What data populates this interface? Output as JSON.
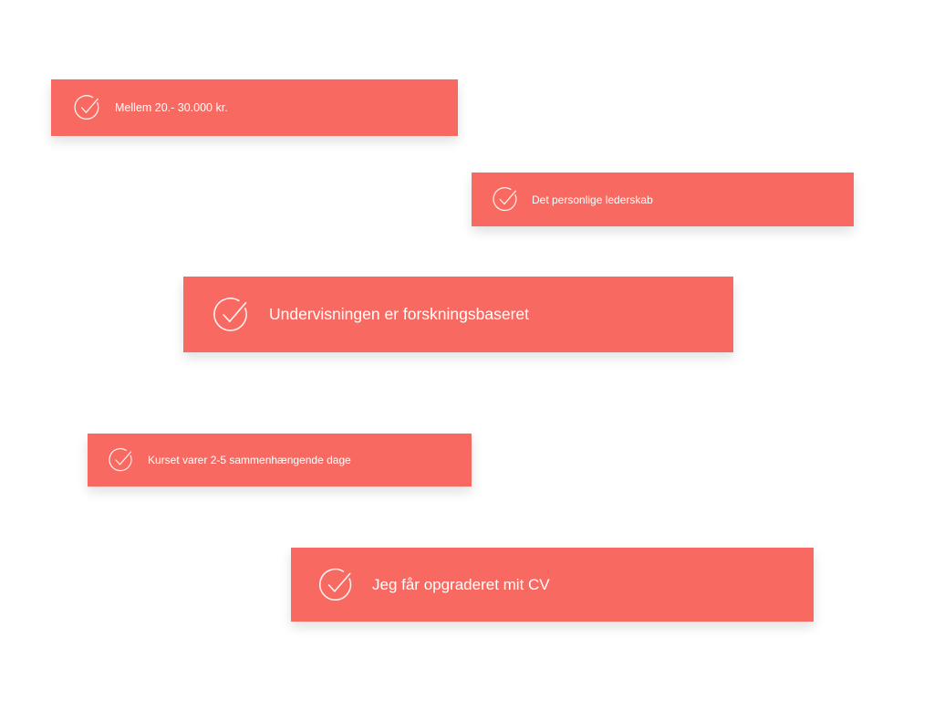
{
  "colors": {
    "card_background": "#f86a61",
    "text": "#ffffff",
    "page_background": "#ffffff"
  },
  "cards": [
    {
      "icon": "check-circle-icon",
      "label": "Mellem 20.- 30.000 kr."
    },
    {
      "icon": "check-circle-icon",
      "label": "Det personlige lederskab"
    },
    {
      "icon": "check-circle-icon",
      "label": "Undervisningen er forskningsbaseret"
    },
    {
      "icon": "check-circle-icon",
      "label": "Kurset varer 2-5 sammenhængende dage"
    },
    {
      "icon": "check-circle-icon",
      "label": "Jeg får opgraderet mit CV"
    }
  ]
}
